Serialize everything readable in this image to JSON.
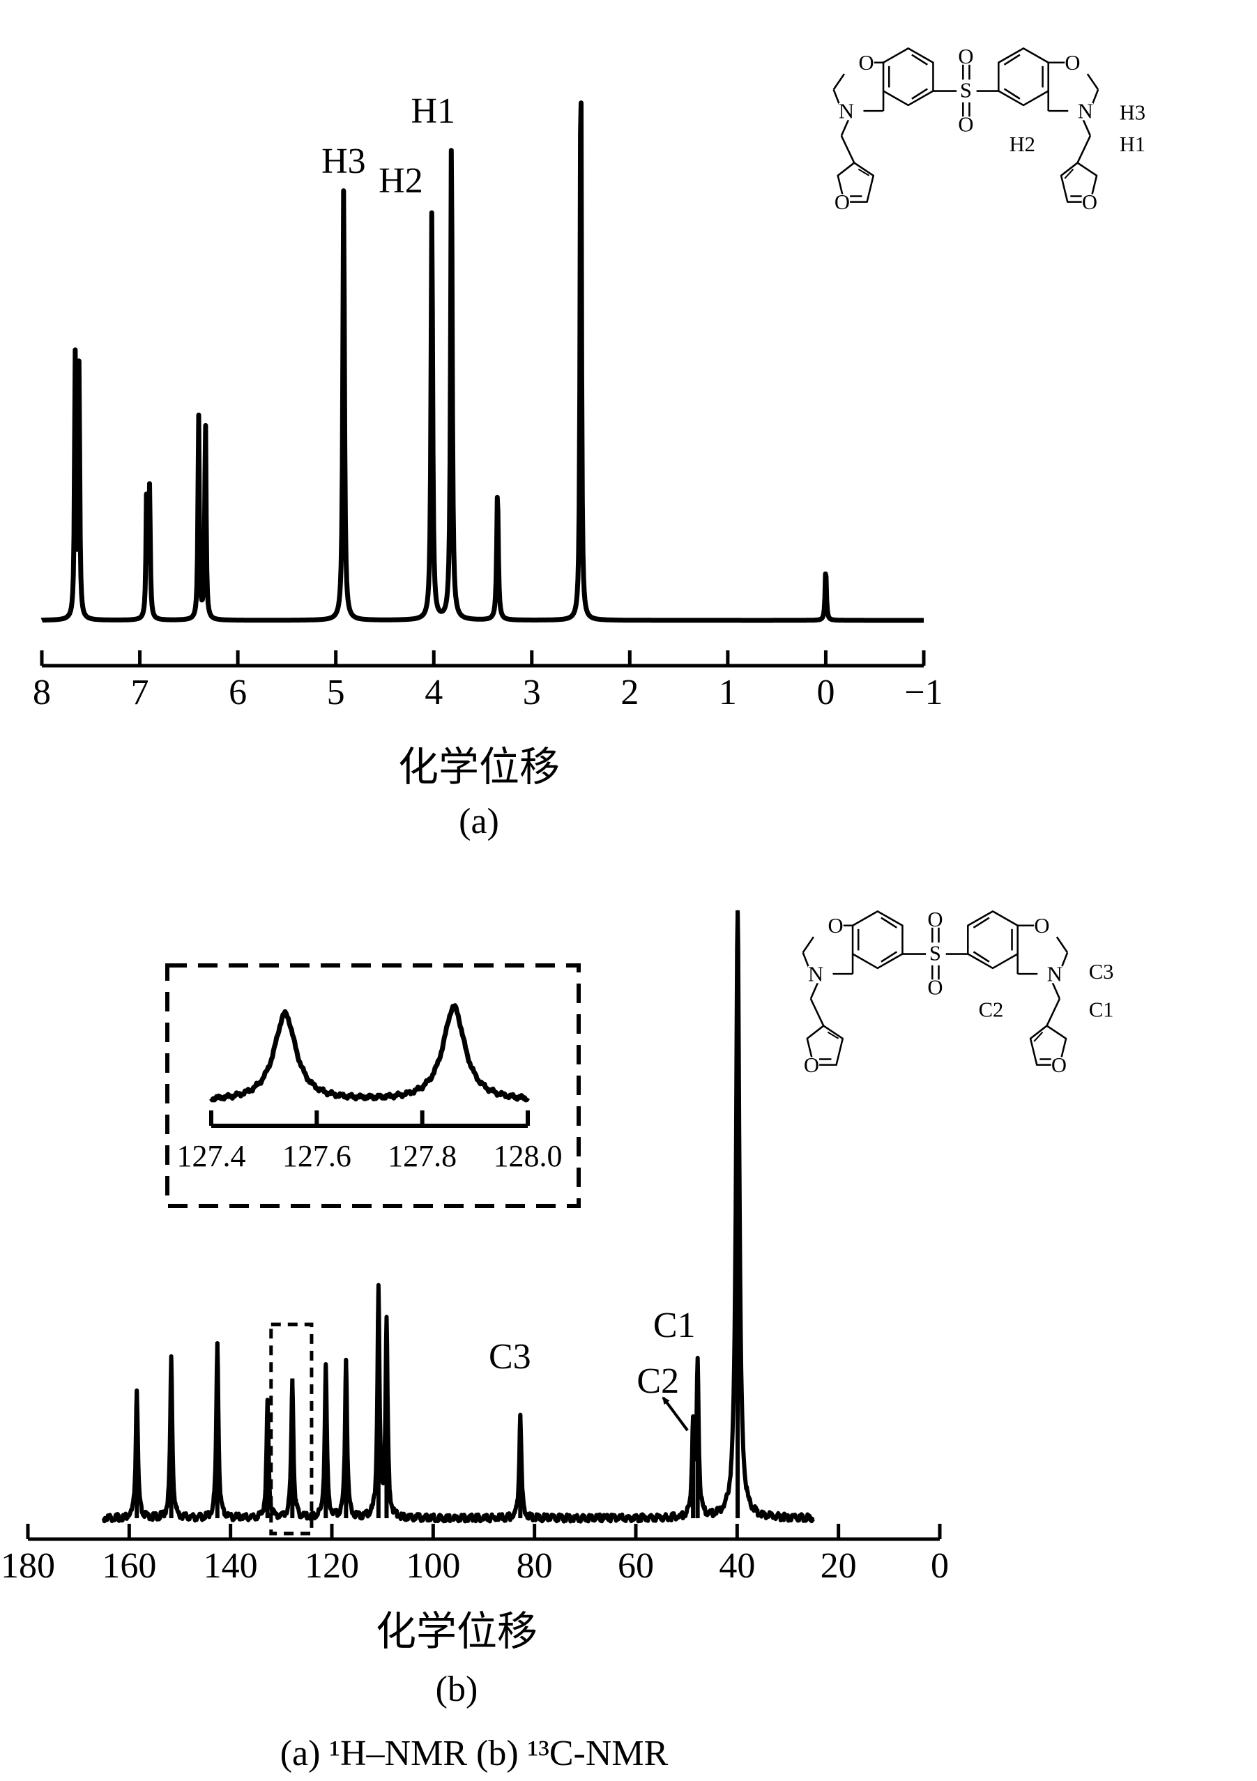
{
  "caption": "(a) ¹H–NMR (b) ¹³C-NMR",
  "chart_data": [
    {
      "type": "line",
      "panel_label": "(a)",
      "xlabel": "化学位移",
      "ylabel": "",
      "xlim": [
        8,
        -1
      ],
      "x_ticks": [
        "8",
        "7",
        "6",
        "5",
        "4",
        "3",
        "2",
        "1",
        "0",
        "−1"
      ],
      "x_tick_values": [
        8,
        7,
        6,
        5,
        4,
        3,
        2,
        1,
        0,
        -1
      ],
      "baseline_range": [
        8,
        -1
      ],
      "peaks": [
        {
          "x": 7.66,
          "h": 0.45,
          "w": 0.008
        },
        {
          "x": 7.62,
          "h": 0.43,
          "w": 0.008
        },
        {
          "x": 6.93,
          "h": 0.23,
          "w": 0.008
        },
        {
          "x": 6.9,
          "h": 0.22,
          "w": 0.008
        },
        {
          "x": 6.4,
          "h": 0.35,
          "w": 0.008
        },
        {
          "x": 6.33,
          "h": 0.34,
          "w": 0.008
        },
        {
          "x": 4.92,
          "h": 0.74,
          "w": 0.01
        },
        {
          "x": 4.02,
          "h": 0.7,
          "w": 0.01
        },
        {
          "x": 3.82,
          "h": 0.82,
          "w": 0.01
        },
        {
          "x": 3.35,
          "h": 0.22,
          "w": 0.01
        },
        {
          "x": 2.5,
          "h": 1.0,
          "w": 0.008
        },
        {
          "x": 0.0,
          "h": 0.09,
          "w": 0.008
        }
      ],
      "annotations": [
        {
          "text": "H3",
          "x": 4.92
        },
        {
          "text": "H2",
          "x": 4.18
        },
        {
          "text": "H1",
          "x": 3.9
        }
      ],
      "structure_position_labels": [
        "H3",
        "H2",
        "H1"
      ]
    },
    {
      "type": "line",
      "panel_label": "(b)",
      "xlabel": "化学位移",
      "ylabel": "",
      "xlim": [
        180,
        0
      ],
      "x_ticks": [
        "180",
        "160",
        "140",
        "120",
        "100",
        "80",
        "60",
        "40",
        "20",
        "0"
      ],
      "x_tick_values": [
        180,
        160,
        140,
        120,
        100,
        80,
        60,
        40,
        20,
        0
      ],
      "baseline_range": [
        165,
        25
      ],
      "peaks": [
        {
          "x": 158.5,
          "h": 0.21,
          "w": 0.25
        },
        {
          "x": 151.7,
          "h": 0.26,
          "w": 0.25
        },
        {
          "x": 142.6,
          "h": 0.29,
          "w": 0.25
        },
        {
          "x": 132.7,
          "h": 0.19,
          "w": 0.25
        },
        {
          "x": 127.8,
          "h": 0.23,
          "w": 0.25
        },
        {
          "x": 121.2,
          "h": 0.25,
          "w": 0.25
        },
        {
          "x": 117.2,
          "h": 0.26,
          "w": 0.25
        },
        {
          "x": 110.8,
          "h": 0.37,
          "w": 0.25
        },
        {
          "x": 109.2,
          "h": 0.32,
          "w": 0.25
        },
        {
          "x": 82.8,
          "h": 0.17,
          "w": 0.25
        },
        {
          "x": 48.7,
          "h": 0.15,
          "w": 0.25
        },
        {
          "x": 47.8,
          "h": 0.25,
          "w": 0.25
        },
        {
          "x": 39.9,
          "h": 1.0,
          "w": 0.4
        }
      ],
      "annotations": [
        {
          "text": "C3",
          "x": 82.8
        },
        {
          "text": "C2",
          "x": 51.5
        },
        {
          "text": "C1",
          "x": 48.0
        }
      ],
      "structure_position_labels": [
        "C3",
        "C2",
        "C1"
      ],
      "inset": {
        "xlim": [
          127.4,
          128.0
        ],
        "x_ticks": [
          "127.4",
          "127.6",
          "127.8",
          "128.0"
        ],
        "x_tick_values": [
          127.4,
          127.6,
          127.8,
          128.0
        ],
        "peaks": [
          {
            "x": 127.54,
            "h": 1.0
          },
          {
            "x": 127.86,
            "h": 1.08
          }
        ],
        "highlight_range": [
          132.0,
          124.0
        ]
      }
    }
  ],
  "molecule_atoms": {
    "oxygen": "O",
    "nitrogen": "N",
    "sulfur": "S"
  }
}
